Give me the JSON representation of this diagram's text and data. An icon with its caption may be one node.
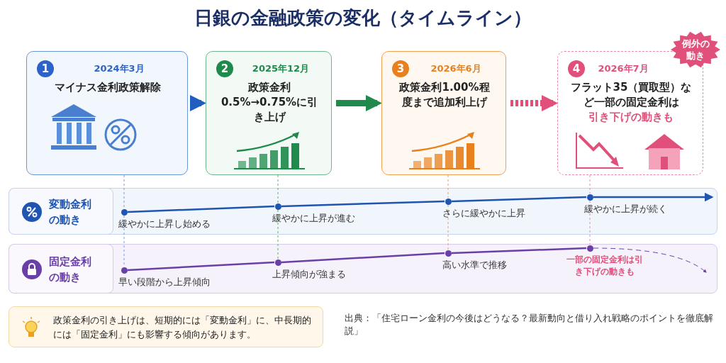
{
  "diagram": {
    "title": "日銀の金融政策の変化（タイムライン）",
    "nodes": [
      {
        "text": [
          "1",
          "2024年3月",
          "マイナス金利政策解除"
        ]
      },
      {
        "text": [
          "2",
          "2025年12月",
          "政策金利0.5%→0.75%に引き上げ"
        ]
      },
      {
        "text": [
          "3",
          "2026年6月",
          "政策金利1.00%程度まで追加利上げ"
        ]
      },
      {
        "text": [
          "4",
          "2026年7月",
          "フラット35（買取型）など一部の固定金利は",
          "引き下げの動きも"
        ]
      },
      {
        "text": [
          "例外の動き"
        ]
      },
      {
        "text": [
          "変動金利の動き"
        ]
      },
      {
        "text": [],
        "shape": "circle",
        "beside": [
          "緩やかに上昇し始める"
        ]
      },
      {
        "text": [],
        "shape": "circle",
        "beside": [
          "緩やかに上昇が進む"
        ]
      },
      {
        "text": [],
        "shape": "circle",
        "beside": [
          "さらに緩やかに上昇"
        ]
      },
      {
        "text": [],
        "shape": "circle",
        "beside": [
          "緩やかに上昇が続く"
        ]
      },
      {
        "text": [
          "固定金利の動き"
        ]
      },
      {
        "text": [],
        "shape": "circle",
        "beside": [
          "早い段階から上昇傾向"
        ]
      },
      {
        "text": [],
        "shape": "circle",
        "beside": [
          "上昇傾向が強まる"
        ]
      },
      {
        "text": [],
        "shape": "circle",
        "beside": [
          "高い水準で推移"
        ]
      },
      {
        "text": [],
        "shape": "circle",
        "beside": [
          "一部の固定金利は引き下げの動きも"
        ]
      }
    ],
    "edges": [
      {
        "from": 0,
        "to": 1,
        "arrow": "to",
        "style": "thick",
        "color": "#1f5fbf"
      },
      {
        "from": 1,
        "to": 2,
        "arrow": "to",
        "style": "thick",
        "color": "#1e8a4c"
      },
      {
        "from": 2,
        "to": 3,
        "arrow": "to",
        "style": "dashed",
        "color": "#e0507a"
      },
      {
        "from": 6,
        "to": 7,
        "arrow": "none",
        "color": "#1f55b0"
      },
      {
        "from": 7,
        "to": 8,
        "arrow": "none",
        "color": "#1f55b0"
      },
      {
        "from": 8,
        "to": 9,
        "arrow": "none",
        "color": "#1f55b0"
      },
      {
        "from": 9,
        "to": null,
        "arrow": "to",
        "color": "#1f55b0"
      },
      {
        "from": 11,
        "to": 12,
        "arrow": "none",
        "color": "#6a3fa8"
      },
      {
        "from": 12,
        "to": 13,
        "arrow": "none",
        "color": "#6a3fa8"
      },
      {
        "from": 13,
        "to": 14,
        "arrow": "none",
        "color": "#6a3fa8"
      },
      {
        "from": 14,
        "to": null,
        "arrow": "to",
        "style": "dashed",
        "color": "#6a3fa8"
      },
      {
        "from": 0,
        "to": 6,
        "arrow": "none",
        "style": "dashed",
        "color": "#7a9ad8"
      },
      {
        "from": 6,
        "to": 11,
        "arrow": "none",
        "style": "dashed",
        "color": "#7a9ad8"
      },
      {
        "from": 1,
        "to": 7,
        "arrow": "none",
        "style": "dashed",
        "color": "#5aae7a"
      },
      {
        "from": 7,
        "to": 12,
        "arrow": "none",
        "style": "dashed",
        "color": "#5aae7a"
      },
      {
        "from": 2,
        "to": 8,
        "arrow": "none",
        "style": "dashed",
        "color": "#f0a050"
      },
      {
        "from": 8,
        "to": 13,
        "arrow": "none",
        "style": "dashed",
        "color": "#f0a050"
      },
      {
        "from": 3,
        "to": 9,
        "arrow": "none",
        "style": "dashed",
        "color": "#ec8aa6"
      },
      {
        "from": 9,
        "to": 14,
        "arrow": "none",
        "style": "dashed",
        "color": "#ec8aa6"
      }
    ],
    "labels": [
      "政策金利の引き上げは、短期的には「変動金利」に、中長期的には「固定金利」にも影響する傾向があります。",
      "出典：「住宅ローン金利の今後はどうなる？最新動向と借り入れ戦略のポイントを徹底解説」"
    ]
  }
}
